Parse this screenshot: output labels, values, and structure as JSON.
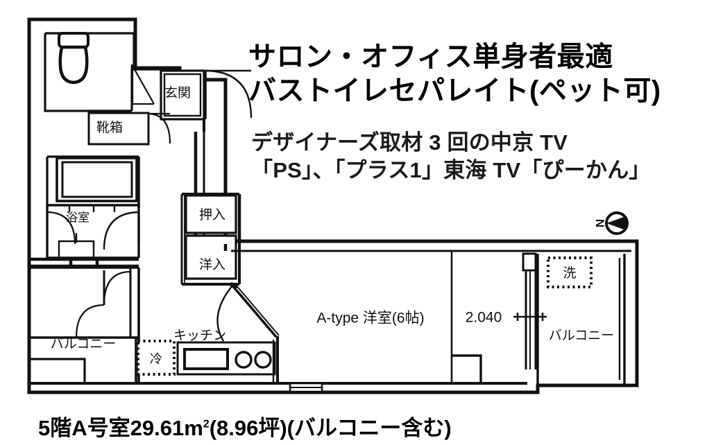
{
  "headline": {
    "line1": "サロン・オフィス単身者最適",
    "line2": "バストイレセパレイト(ペット可)"
  },
  "subhead": {
    "line1": "デザイナーズ取材 3 回の中京 TV",
    "line2": "「PS」、「プラス1」東海 TV「ぴーかん」"
  },
  "caption": {
    "prefix": "5階A号室29.61m",
    "sup": "2",
    "suffix": "(8.96坪)(バルコニー含む)"
  },
  "plan": {
    "rooms": {
      "entrance": "玄関",
      "shoe_box": "靴箱",
      "bathroom": "浴室",
      "closet_japanese": "押入",
      "closet_western": "洋入",
      "balcony_left": "バルコニー",
      "balcony_right": "バルコニー",
      "kitchen": "キッチン",
      "fridge": "冷",
      "washer": "洗",
      "main_room": "A-type 洋室(6帖)"
    },
    "dimension": "2.040",
    "compass_label": "N"
  },
  "colors": {
    "wall": "#111111",
    "paper": "#ffffff",
    "text": "#1a1a1a"
  }
}
